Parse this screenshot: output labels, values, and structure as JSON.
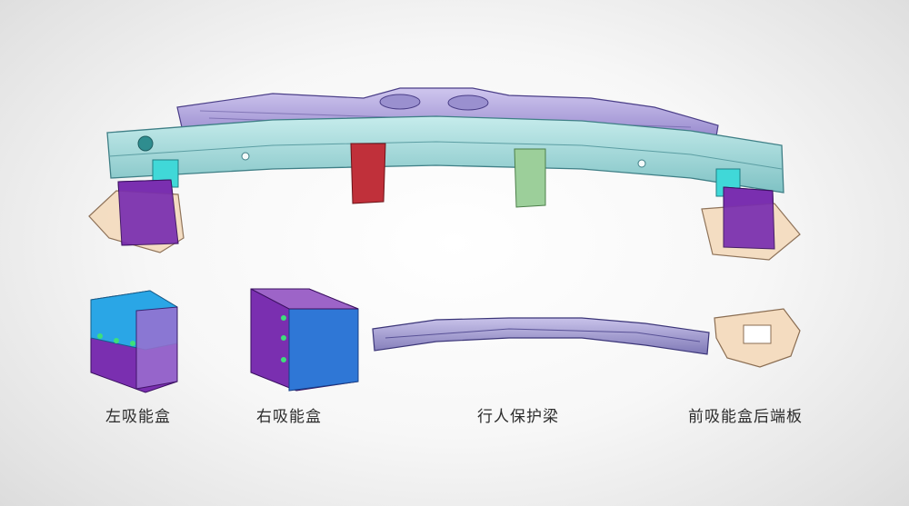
{
  "captions": {
    "left_crash_box": "左吸能盒",
    "right_crash_box": "右吸能盒",
    "pedestrian_beam": "行人保护梁",
    "rear_end_plate": "前吸能盒后端板"
  },
  "colors": {
    "main_beam": "#a9dcdc",
    "upper_beam": "#b4a9dc",
    "crash_box": "#7a2fb0",
    "left_box_blue": "#2aa6e6",
    "right_box_blue": "#2f77d6",
    "mount_red": "#c0303a",
    "mount_green": "#9ccf9a",
    "bracket_cyan": "#40d8d8",
    "end_plate": "#f4dcc0"
  }
}
